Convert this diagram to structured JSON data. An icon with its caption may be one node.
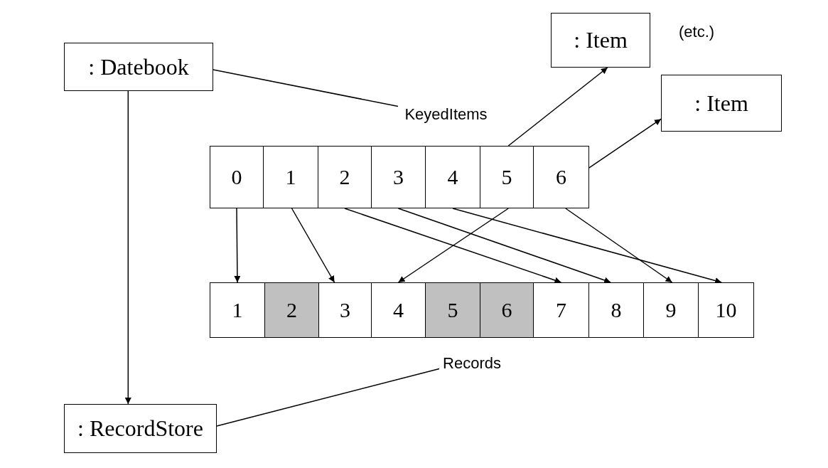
{
  "diagram": {
    "nodes": [
      {
        "text": [
          ": Datebook"
        ]
      },
      {
        "text": [
          ": Item"
        ]
      },
      {
        "text": [
          ": Item"
        ]
      },
      {
        "text": [
          "KeyedItems"
        ]
      },
      {
        "text": [
          "0"
        ]
      },
      {
        "text": [
          "1"
        ]
      },
      {
        "text": [
          "2"
        ]
      },
      {
        "text": [
          "3"
        ]
      },
      {
        "text": [
          "4"
        ]
      },
      {
        "text": [
          "5"
        ]
      },
      {
        "text": [
          "6"
        ]
      },
      {
        "text": [
          "1"
        ]
      },
      {
        "text": [
          "2"
        ]
      },
      {
        "text": [
          "3"
        ]
      },
      {
        "text": [
          "4"
        ]
      },
      {
        "text": [
          "5"
        ]
      },
      {
        "text": [
          "6"
        ]
      },
      {
        "text": [
          "7"
        ]
      },
      {
        "text": [
          "8"
        ]
      },
      {
        "text": [
          "9"
        ]
      },
      {
        "text": [
          "10"
        ]
      },
      {
        "text": [
          "Records"
        ]
      },
      {
        "text": [
          ": RecordStore"
        ]
      }
    ],
    "edges": [
      {
        "from": 0,
        "to": 22,
        "arrow": "to"
      },
      {
        "from": 0,
        "to": 3,
        "arrow": "none"
      },
      {
        "from": 9,
        "to": 1,
        "arrow": "to"
      },
      {
        "from": 10,
        "to": 2,
        "arrow": "to"
      },
      {
        "from": 4,
        "to": 11,
        "arrow": "to"
      },
      {
        "from": 5,
        "to": 13,
        "arrow": "to"
      },
      {
        "from": 6,
        "to": 17,
        "arrow": "to"
      },
      {
        "from": 7,
        "to": 18,
        "arrow": "to"
      },
      {
        "from": 8,
        "to": 20,
        "arrow": "to"
      },
      {
        "from": 9,
        "to": 14,
        "arrow": "to"
      },
      {
        "from": 10,
        "to": 19,
        "arrow": "to"
      },
      {
        "from": 21,
        "to": 22,
        "arrow": "none"
      }
    ],
    "labels": [
      "(etc.)"
    ]
  }
}
